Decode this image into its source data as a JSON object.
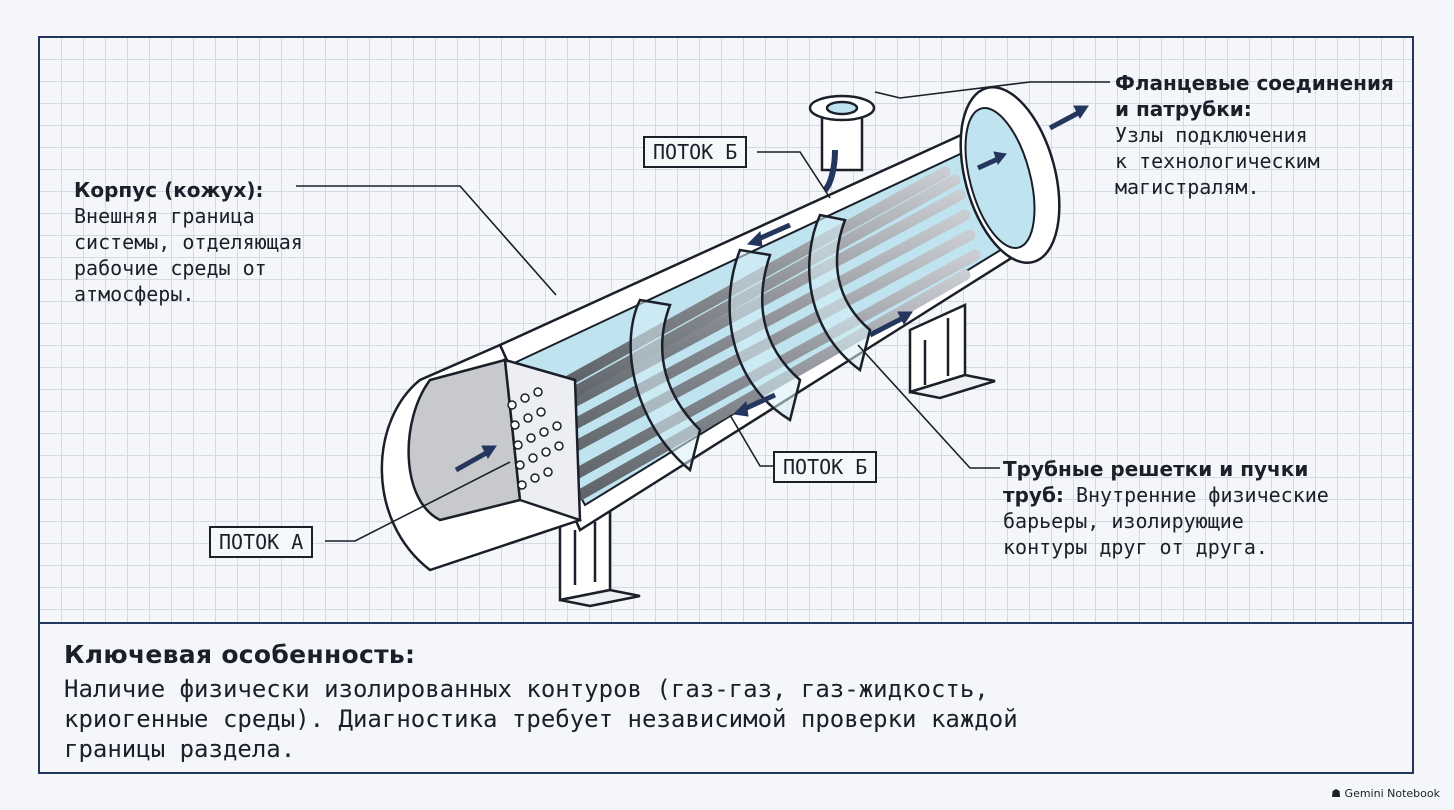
{
  "labels": {
    "shell": {
      "head": "Корпус (кожух):",
      "lines": [
        "Внешняя граница",
        "системы, отделяющая",
        "рабочие среды от",
        "атмосферы."
      ]
    },
    "flanges": {
      "head1": "Фланцевые соединения",
      "head2": "и патрубки:",
      "lines": [
        "Узлы подключения",
        "к технологическим",
        "магистралям."
      ]
    },
    "tubes": {
      "head1": "Трубные решетки и пучки",
      "head2": "труб:",
      "tail": "Внутренние физические",
      "lines": [
        "барьеры, изолирующие",
        "контуры друг от друга."
      ]
    }
  },
  "flows": {
    "a": "ПОТОК А",
    "b_top": "ПОТОК Б",
    "b_mid": "ПОТОК Б"
  },
  "key": {
    "title": "Ключевая особенность:",
    "lines": [
      "Наличие физически изолированных контуров (газ-газ, газ-жидкость,",
      "криогенные среды). Диагностика требует независимой проверки каждой",
      "границы раздела."
    ]
  },
  "brand": "Gemini Notebook",
  "colors": {
    "line": "#1b1f29",
    "fluid": "#bfe4ef",
    "tube": "#8c9096",
    "arrow": "#24355e"
  }
}
